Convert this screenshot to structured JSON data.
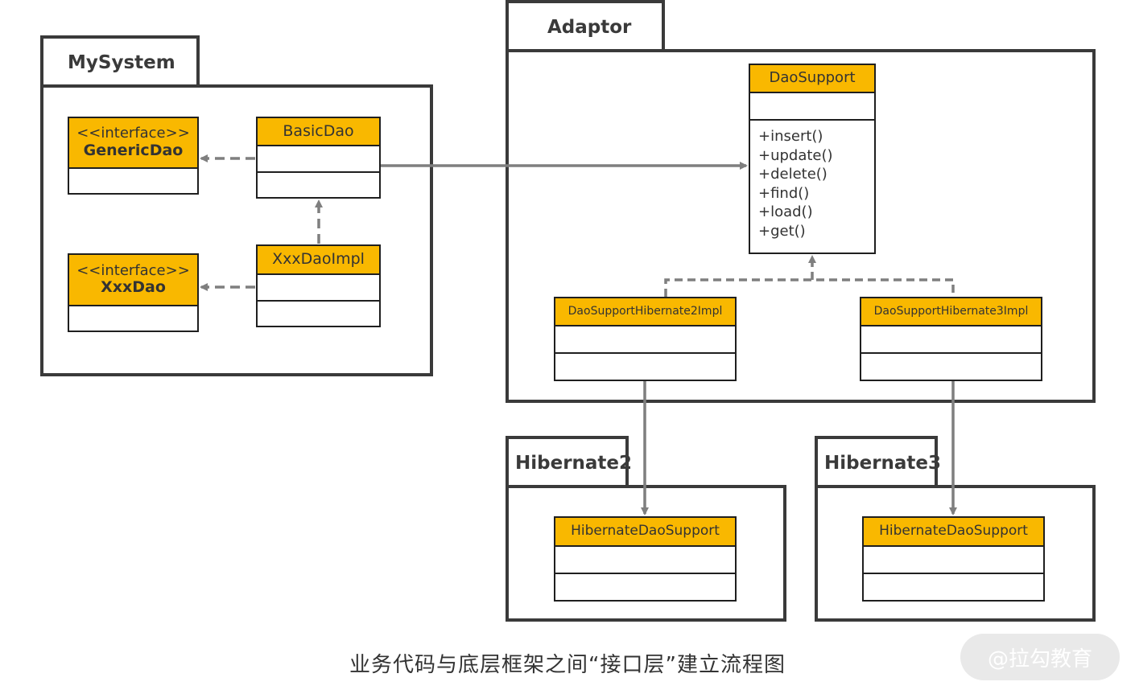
{
  "packages": {
    "mysystem": "MySystem",
    "adaptor": "Adaptor",
    "hibernate2": "Hibernate2",
    "hibernate3": "Hibernate3"
  },
  "classes": {
    "generic_dao": {
      "stereotype": "<<interface>>",
      "name": "GenericDao"
    },
    "xxx_dao": {
      "stereotype": "<<interface>>",
      "name": "XxxDao"
    },
    "basic_dao": {
      "name": "BasicDao"
    },
    "xxx_dao_impl": {
      "name": "XxxDaoImpl"
    },
    "dao_support": {
      "name": "DaoSupport",
      "operations": [
        "+insert()",
        "+update()",
        "+delete()",
        "+find()",
        "+load()",
        "+get()"
      ]
    },
    "dao_support_h2": {
      "name": "DaoSupportHibernate2Impl"
    },
    "dao_support_h3": {
      "name": "DaoSupportHibernate3Impl"
    },
    "hibernate_dao_support_2": {
      "name": "HibernateDaoSupport"
    },
    "hibernate_dao_support_3": {
      "name": "HibernateDaoSupport"
    }
  },
  "caption": "业务代码与底层框架之间“接口层”建立流程图",
  "watermark": "@拉勾教育",
  "colors": {
    "class_header": "#f9b800",
    "frame": "#3a3a3a",
    "arrow": "#7f7f7f"
  }
}
